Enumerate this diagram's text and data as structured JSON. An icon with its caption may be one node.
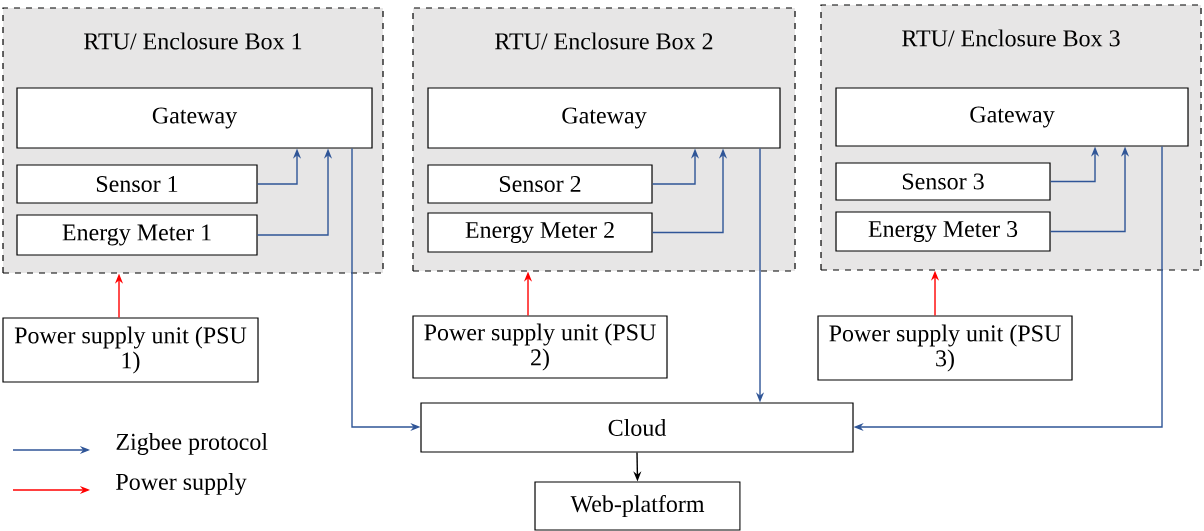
{
  "diagram": {
    "nodes": [
      {
        "text": [
          "RTU/ Enclosure Box 1"
        ]
      },
      {
        "text": [
          "Gateway"
        ],
        "in": 0
      },
      {
        "text": [
          "Sensor 1"
        ],
        "in": 0
      },
      {
        "text": [
          "Energy Meter 1"
        ],
        "in": 0
      },
      {
        "text": [
          "RTU/ Enclosure Box 2"
        ]
      },
      {
        "text": [
          "Gateway"
        ],
        "in": 4
      },
      {
        "text": [
          "Sensor 2"
        ],
        "in": 4
      },
      {
        "text": [
          "Energy Meter 2"
        ],
        "in": 4
      },
      {
        "text": [
          "RTU/ Enclosure Box 3"
        ]
      },
      {
        "text": [
          "Gateway"
        ],
        "in": 8
      },
      {
        "text": [
          "Sensor 3"
        ],
        "in": 8
      },
      {
        "text": [
          "Energy Meter 3"
        ],
        "in": 8
      },
      {
        "text": [
          "Power supply unit (PSU 1)"
        ]
      },
      {
        "text": [
          "Power supply unit (PSU 2)"
        ]
      },
      {
        "text": [
          "Power supply unit (PSU 3)"
        ]
      },
      {
        "text": [
          "Cloud"
        ]
      },
      {
        "text": [
          "Web-platform"
        ]
      }
    ],
    "edges": [
      {
        "from": 2,
        "to": 1,
        "arrow": "to"
      },
      {
        "from": 3,
        "to": 1,
        "arrow": "to"
      },
      {
        "from": 1,
        "to": 15,
        "arrow": "to"
      },
      {
        "from": 6,
        "to": 5,
        "arrow": "to"
      },
      {
        "from": 7,
        "to": 5,
        "arrow": "to"
      },
      {
        "from": 5,
        "to": 15,
        "arrow": "to"
      },
      {
        "from": 10,
        "to": 9,
        "arrow": "to"
      },
      {
        "from": 11,
        "to": 9,
        "arrow": "to"
      },
      {
        "from": 9,
        "to": 15,
        "arrow": "to"
      },
      {
        "from": 12,
        "to": 0,
        "arrow": "to",
        "color": "#ff0000"
      },
      {
        "from": 13,
        "to": 4,
        "arrow": "to",
        "color": "#ff0000"
      },
      {
        "from": 14,
        "to": 8,
        "arrow": "to",
        "color": "#ff0000"
      },
      {
        "from": 15,
        "to": 16,
        "arrow": "to",
        "color": "#000000"
      }
    ],
    "legend": [
      {
        "text": "Zigbee protocol"
      },
      {
        "text": "Power supply"
      }
    ]
  }
}
